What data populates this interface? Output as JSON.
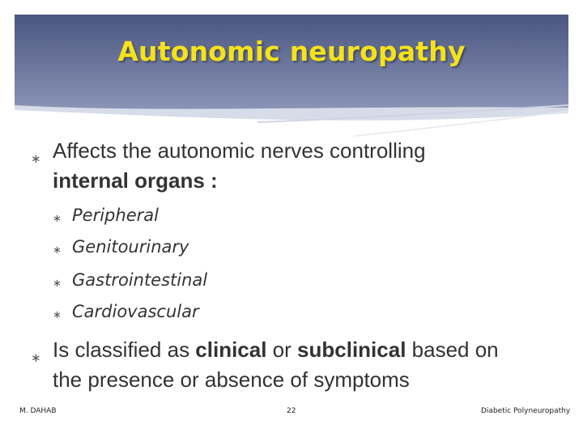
{
  "slide": {
    "title": "Autonomic neuropathy",
    "bullet1": {
      "line1": "Affects the autonomic nerves controlling",
      "line2": "internal organs :"
    },
    "sub_bullets": [
      "Peripheral",
      "Genitourinary",
      "Gastrointestinal",
      "Cardiovascular"
    ],
    "bullet2": {
      "t1": "Is classified as ",
      "t2": "clinical",
      "t3": " or ",
      "t4": "subclinical",
      "t5": " based on",
      "line2": "the presence or absence of  symptoms"
    },
    "bullet_marker": "∗"
  },
  "footer": {
    "left": "M. DAHAB",
    "center": "22",
    "right": "Diabetic Polyneuropathy"
  },
  "colors": {
    "header_top": "#4a5680",
    "header_bottom": "#8d96b8",
    "title": "#f5e21a",
    "text": "#333333"
  }
}
